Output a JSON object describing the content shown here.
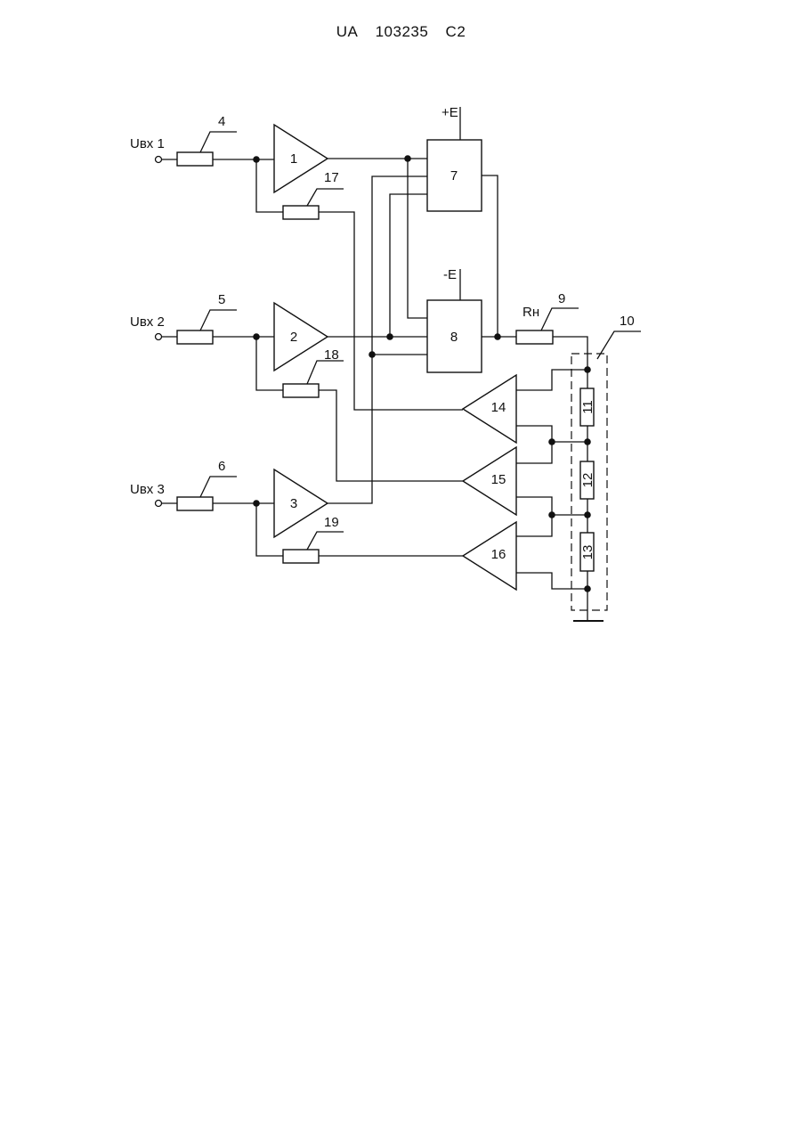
{
  "header": {
    "country": "UA",
    "number": "103235",
    "kind": "C2"
  },
  "inputs": {
    "u1": "Uвх 1",
    "u2": "Uвх 2",
    "u3": "Uвх 3"
  },
  "supply": {
    "plus": "+E",
    "minus": "-E"
  },
  "load_label": "Rн",
  "amplifiers": {
    "a1": "1",
    "a2": "2",
    "a3": "3",
    "a14": "14",
    "a15": "15",
    "a16": "16"
  },
  "blocks": {
    "b7": "7",
    "b8": "8"
  },
  "resistors": {
    "r4": "4",
    "r5": "5",
    "r6": "6",
    "r9": "9",
    "r11": "11",
    "r12": "12",
    "r13": "13",
    "r17": "17",
    "r18": "18",
    "r19": "19"
  },
  "group_label": "10"
}
